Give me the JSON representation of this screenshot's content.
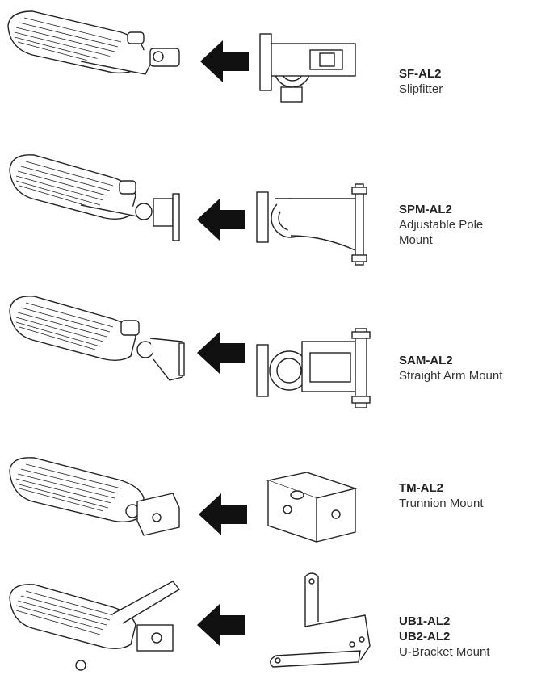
{
  "products": [
    {
      "codes": [
        "SF-AL2"
      ],
      "desc_lines": [
        "Slipfitter"
      ],
      "mount_icon": "slipfitter-mount-icon"
    },
    {
      "codes": [
        "SPM-AL2"
      ],
      "desc_lines": [
        "Adjustable Pole",
        "Mount"
      ],
      "mount_icon": "adjustable-pole-mount-icon"
    },
    {
      "codes": [
        "SAM-AL2"
      ],
      "desc_lines": [
        "Straight Arm Mount"
      ],
      "mount_icon": "straight-arm-mount-icon"
    },
    {
      "codes": [
        "TM-AL2"
      ],
      "desc_lines": [
        "Trunnion Mount"
      ],
      "mount_icon": "trunnion-mount-icon"
    },
    {
      "codes": [
        "UB1-AL2",
        "UB2-AL2"
      ],
      "desc_lines": [
        "U-Bracket Mount"
      ],
      "mount_icon": "u-bracket-mount-icon"
    }
  ],
  "colors": {
    "line": "#222222",
    "arrow": "#111111",
    "text": "#333333"
  }
}
